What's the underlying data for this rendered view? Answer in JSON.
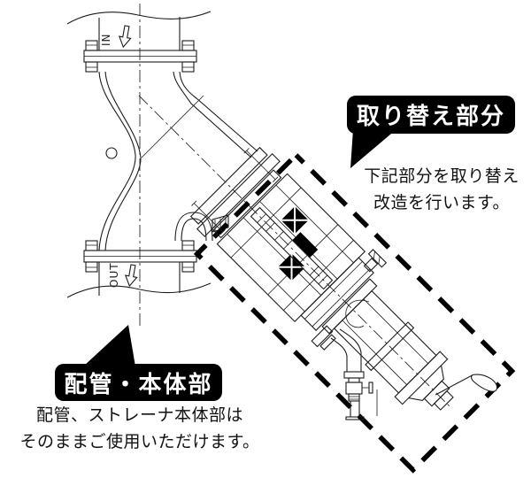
{
  "diagram": {
    "flow_in_label": "IN",
    "flow_out_label": "OUT"
  },
  "callouts": {
    "replacement": {
      "title": "取り替え部分",
      "description_line1": "下記部分を取り替え",
      "description_line2": "改造を行います。"
    },
    "body": {
      "title": "配管・本体部",
      "description_line1": "配管、ストレーナ本体部は",
      "description_line2": "そのままご使用いただけます。"
    }
  },
  "colors": {
    "background": "#ffffff",
    "line_ink": "#1c1c1c",
    "callout_background": "#000000",
    "callout_text": "#ffffff",
    "highlight_dash": "#000000"
  }
}
